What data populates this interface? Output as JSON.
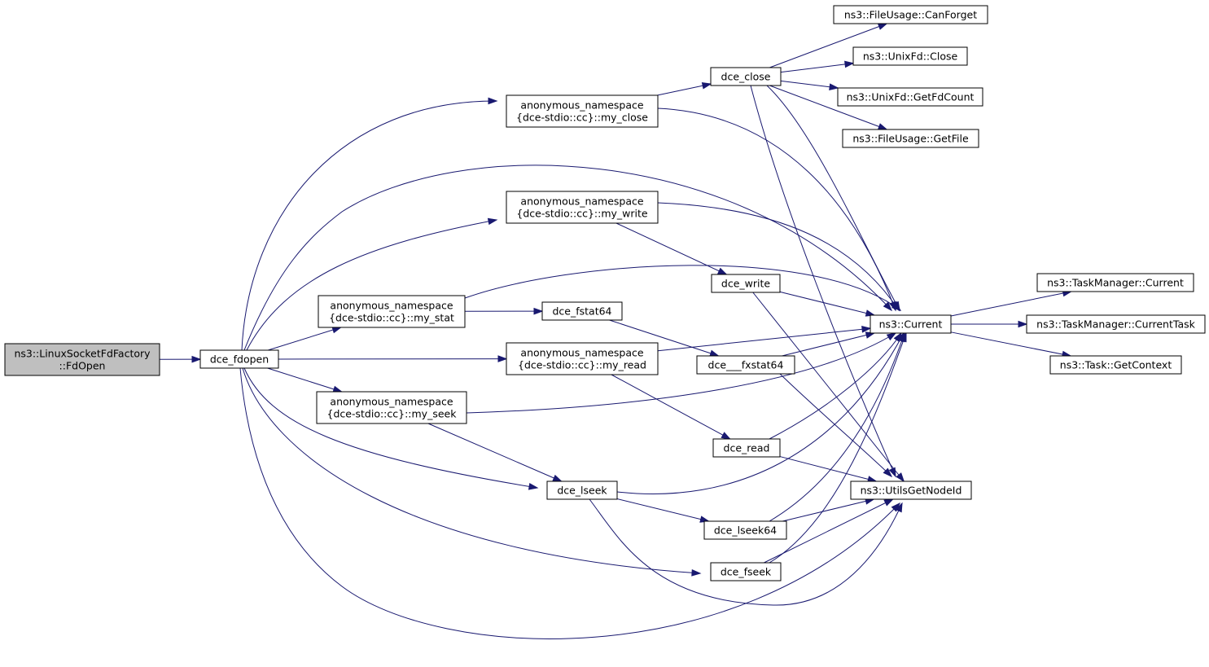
{
  "graph": {
    "colors": {
      "edge": "#191970",
      "node_fill": "#ffffff",
      "root_fill": "#bfbfbf",
      "border": "#000000"
    },
    "nodes": [
      {
        "id": "fdopen_root",
        "lines": [
          "ns3::LinuxSocketFdFactory",
          "::FdOpen"
        ],
        "root": true
      },
      {
        "id": "dce_fdopen",
        "lines": [
          "dce_fdopen"
        ]
      },
      {
        "id": "my_close",
        "lines": [
          "anonymous_namespace",
          "{dce-stdio::cc}::my_close"
        ]
      },
      {
        "id": "my_write",
        "lines": [
          "anonymous_namespace",
          "{dce-stdio::cc}::my_write"
        ]
      },
      {
        "id": "my_stat",
        "lines": [
          "anonymous_namespace",
          "{dce-stdio::cc}::my_stat"
        ]
      },
      {
        "id": "my_read",
        "lines": [
          "anonymous_namespace",
          "{dce-stdio::cc}::my_read"
        ]
      },
      {
        "id": "my_seek",
        "lines": [
          "anonymous_namespace",
          "{dce-stdio::cc}::my_seek"
        ]
      },
      {
        "id": "dce_close",
        "lines": [
          "dce_close"
        ]
      },
      {
        "id": "dce_write",
        "lines": [
          "dce_write"
        ]
      },
      {
        "id": "dce_fstat64",
        "lines": [
          "dce_fstat64"
        ]
      },
      {
        "id": "dce___fxstat64",
        "lines": [
          "dce___fxstat64"
        ]
      },
      {
        "id": "dce_read",
        "lines": [
          "dce_read"
        ]
      },
      {
        "id": "dce_lseek",
        "lines": [
          "dce_lseek"
        ]
      },
      {
        "id": "dce_lseek64",
        "lines": [
          "dce_lseek64"
        ]
      },
      {
        "id": "dce_fseek",
        "lines": [
          "dce_fseek"
        ]
      },
      {
        "id": "canforget",
        "lines": [
          "ns3::FileUsage::CanForget"
        ]
      },
      {
        "id": "unixfd_close",
        "lines": [
          "ns3::UnixFd::Close"
        ]
      },
      {
        "id": "getfdcount",
        "lines": [
          "ns3::UnixFd::GetFdCount"
        ]
      },
      {
        "id": "getfile",
        "lines": [
          "ns3::FileUsage::GetFile"
        ]
      },
      {
        "id": "ns3_current",
        "lines": [
          "ns3::Current"
        ]
      },
      {
        "id": "utilsgetnodeid",
        "lines": [
          "ns3::UtilsGetNodeId"
        ]
      },
      {
        "id": "tm_current",
        "lines": [
          "ns3::TaskManager::Current"
        ]
      },
      {
        "id": "tm_currenttask",
        "lines": [
          "ns3::TaskManager::CurrentTask"
        ]
      },
      {
        "id": "task_getcontext",
        "lines": [
          "ns3::Task::GetContext"
        ]
      }
    ],
    "edges": [
      [
        "fdopen_root",
        "dce_fdopen"
      ],
      [
        "dce_fdopen",
        "my_close"
      ],
      [
        "dce_fdopen",
        "ns3_current"
      ],
      [
        "dce_fdopen",
        "my_write"
      ],
      [
        "dce_fdopen",
        "my_stat"
      ],
      [
        "dce_fdopen",
        "my_read"
      ],
      [
        "dce_fdopen",
        "my_seek"
      ],
      [
        "dce_fdopen",
        "dce_lseek"
      ],
      [
        "dce_fdopen",
        "dce_fseek"
      ],
      [
        "dce_fdopen",
        "utilsgetnodeid"
      ],
      [
        "my_close",
        "dce_close"
      ],
      [
        "my_close",
        "ns3_current"
      ],
      [
        "dce_close",
        "canforget"
      ],
      [
        "dce_close",
        "unixfd_close"
      ],
      [
        "dce_close",
        "getfdcount"
      ],
      [
        "dce_close",
        "getfile"
      ],
      [
        "dce_close",
        "ns3_current"
      ],
      [
        "dce_close",
        "utilsgetnodeid"
      ],
      [
        "my_write",
        "ns3_current"
      ],
      [
        "my_write",
        "dce_write"
      ],
      [
        "dce_write",
        "ns3_current"
      ],
      [
        "dce_write",
        "utilsgetnodeid"
      ],
      [
        "my_stat",
        "ns3_current"
      ],
      [
        "my_stat",
        "dce_fstat64"
      ],
      [
        "dce_fstat64",
        "dce___fxstat64"
      ],
      [
        "dce___fxstat64",
        "ns3_current"
      ],
      [
        "dce___fxstat64",
        "utilsgetnodeid"
      ],
      [
        "my_read",
        "ns3_current"
      ],
      [
        "my_read",
        "dce_read"
      ],
      [
        "dce_read",
        "ns3_current"
      ],
      [
        "dce_read",
        "utilsgetnodeid"
      ],
      [
        "my_seek",
        "ns3_current"
      ],
      [
        "my_seek",
        "dce_lseek"
      ],
      [
        "dce_lseek",
        "ns3_current"
      ],
      [
        "dce_lseek",
        "dce_lseek64"
      ],
      [
        "dce_lseek",
        "utilsgetnodeid"
      ],
      [
        "dce_lseek64",
        "ns3_current"
      ],
      [
        "dce_lseek64",
        "utilsgetnodeid"
      ],
      [
        "dce_fseek",
        "ns3_current"
      ],
      [
        "dce_fseek",
        "utilsgetnodeid"
      ],
      [
        "ns3_current",
        "tm_current"
      ],
      [
        "ns3_current",
        "tm_currenttask"
      ],
      [
        "ns3_current",
        "task_getcontext"
      ]
    ]
  }
}
